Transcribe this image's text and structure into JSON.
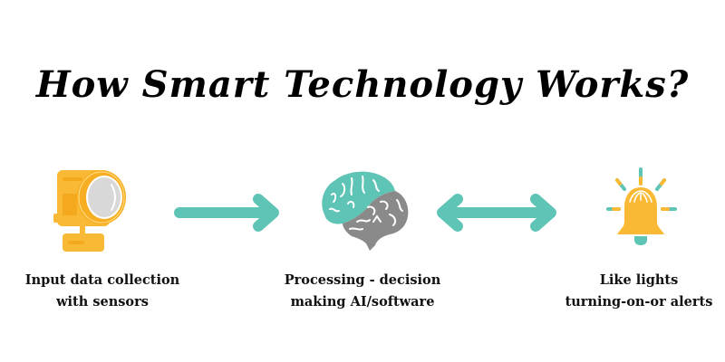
{
  "title": "How Smart Technology Works?",
  "colors": {
    "teal": "#5ec4b6",
    "yellow": "#f9b934",
    "gray": "#8a8a8a",
    "lens": "#d8d8d8",
    "text": "#000000"
  },
  "steps": [
    {
      "icon": "sensor-camera-icon",
      "label_line1": "Input data collection",
      "label_line2": "with sensors"
    },
    {
      "icon": "brain-icon",
      "label_line1": "Processing - decision",
      "label_line2": "making AI/software"
    },
    {
      "icon": "alarm-bell-icon",
      "label_line1": "Like lights",
      "label_line2": "turning-on-or alerts"
    }
  ],
  "connectors": [
    {
      "icon": "arrow-right-icon",
      "direction": "right"
    },
    {
      "icon": "arrow-bidirectional-icon",
      "direction": "both"
    }
  ]
}
